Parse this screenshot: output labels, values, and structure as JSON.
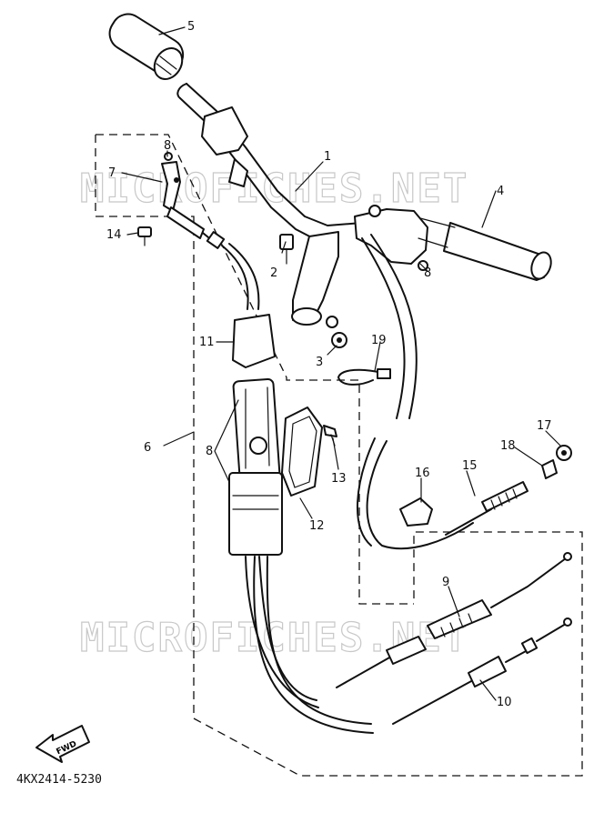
{
  "watermark": "MICROFICHES.NET",
  "part_code": "4KX2414-5230",
  "fwd_label": "FWD",
  "callouts": [
    {
      "id": "c1",
      "label": "1"
    },
    {
      "id": "c2",
      "label": "2"
    },
    {
      "id": "c3",
      "label": "3"
    },
    {
      "id": "c4",
      "label": "4"
    },
    {
      "id": "c5",
      "label": "5"
    },
    {
      "id": "c6",
      "label": "6"
    },
    {
      "id": "c7",
      "label": "7"
    },
    {
      "id": "c8a",
      "label": "8"
    },
    {
      "id": "c8b",
      "label": "8"
    },
    {
      "id": "c8c",
      "label": "8"
    },
    {
      "id": "c9",
      "label": "9"
    },
    {
      "id": "c10",
      "label": "10"
    },
    {
      "id": "c11",
      "label": "11"
    },
    {
      "id": "c12",
      "label": "12"
    },
    {
      "id": "c13",
      "label": "13"
    },
    {
      "id": "c14",
      "label": "14"
    },
    {
      "id": "c15",
      "label": "15"
    },
    {
      "id": "c16",
      "label": "16"
    },
    {
      "id": "c17",
      "label": "17"
    },
    {
      "id": "c18",
      "label": "18"
    },
    {
      "id": "c19",
      "label": "19"
    }
  ]
}
